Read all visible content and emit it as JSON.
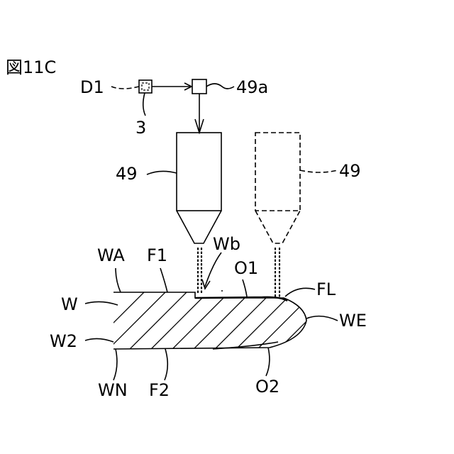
{
  "figure": {
    "title": "図11C"
  },
  "labels": {
    "d1": "D1",
    "ref3": "3",
    "ref49a": "49a",
    "ref49_left": "49",
    "ref49_right": "49",
    "wb": "Wb",
    "wa": "WA",
    "f1": "F1",
    "o1": "O1",
    "fl": "FL",
    "w": "W",
    "we": "WE",
    "w2": "W2",
    "wn": "WN",
    "f2": "F2",
    "o2": "O2"
  }
}
